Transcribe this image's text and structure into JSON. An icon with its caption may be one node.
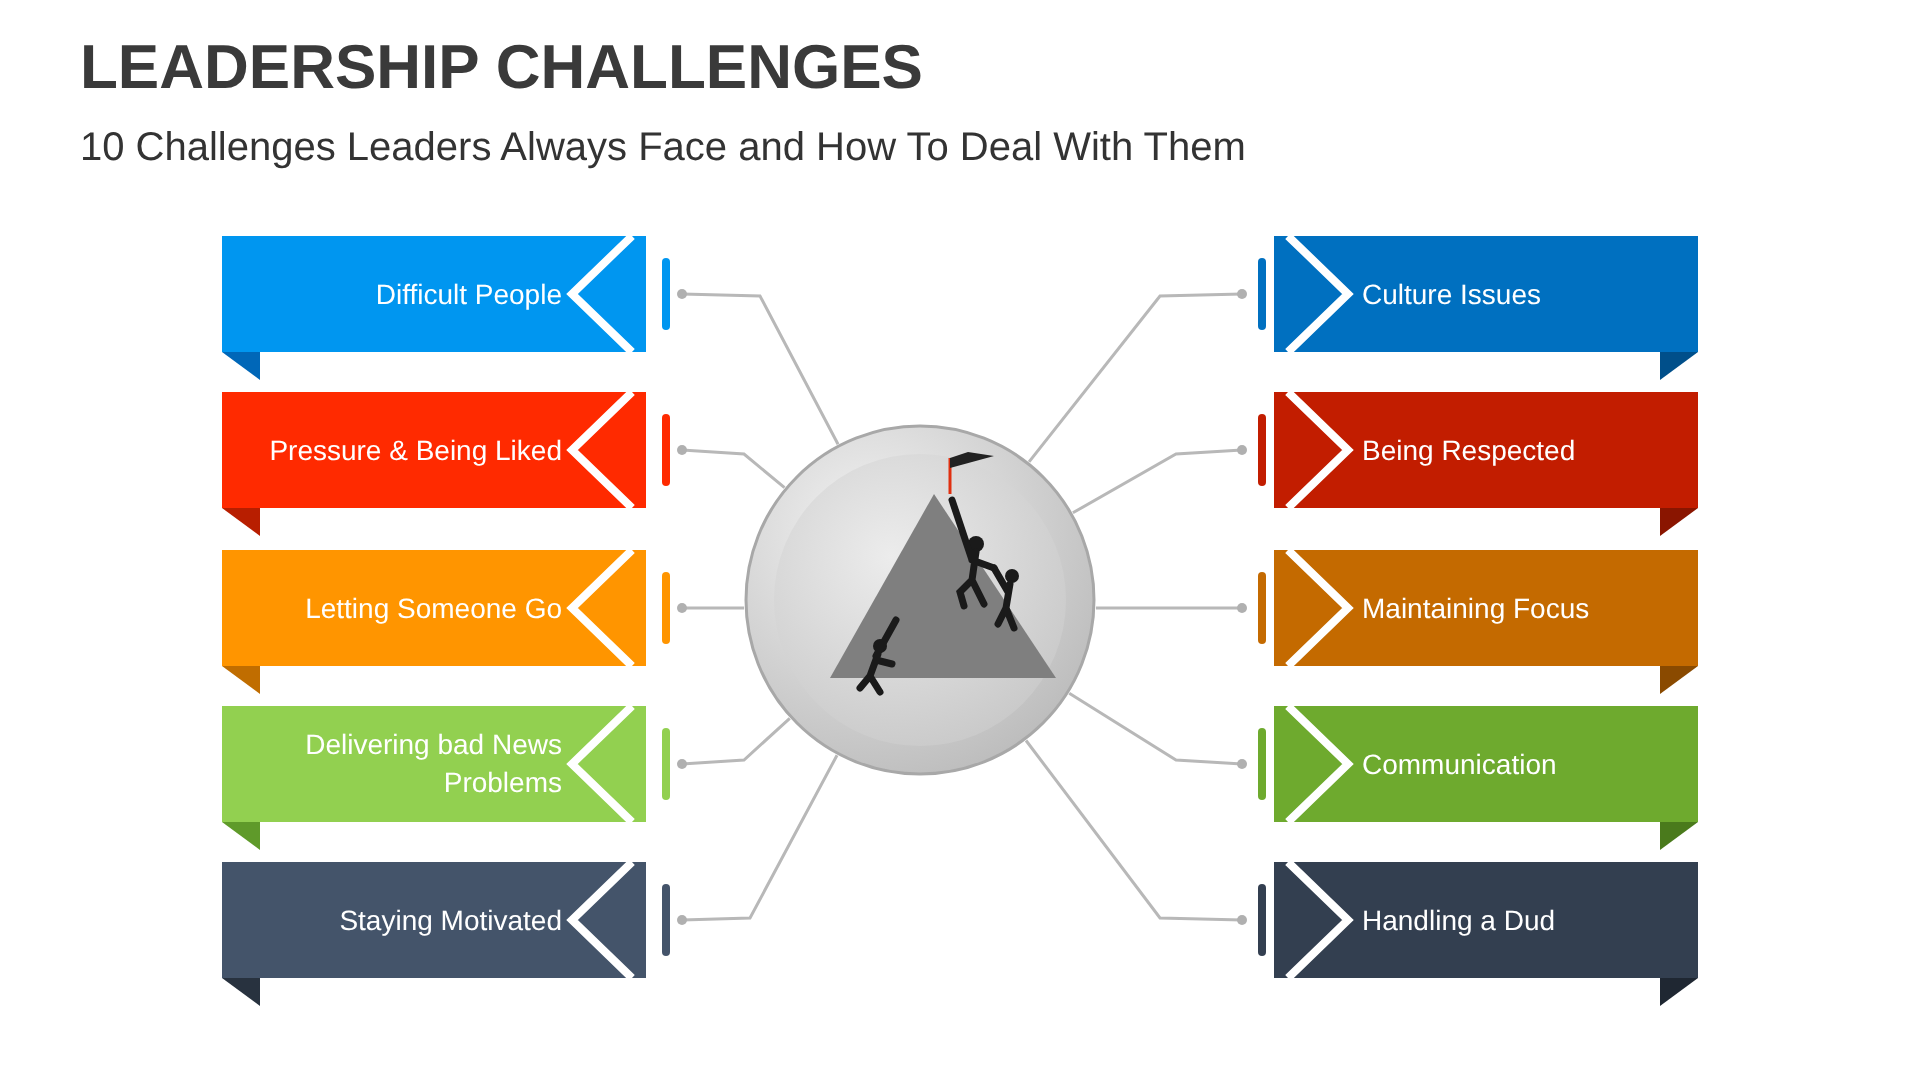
{
  "diagram": {
    "title": "LEADERSHIP CHALLENGES",
    "nodes": [
      {
        "text": [],
        "shape": "picture"
      },
      {
        "text": [
          "Difficult People"
        ]
      },
      {
        "text": [
          "Pressure & Being Liked"
        ]
      },
      {
        "text": [
          "Letting Someone Go"
        ]
      },
      {
        "text": [
          "Delivering bad News Problems"
        ]
      },
      {
        "text": [
          "Staying Motivated"
        ]
      },
      {
        "text": [
          "Culture Issues"
        ]
      },
      {
        "text": [
          "Being Respected"
        ]
      },
      {
        "text": [
          "Maintaining Focus"
        ]
      },
      {
        "text": [
          "Communication"
        ]
      },
      {
        "text": [
          "Handling a Dud"
        ]
      }
    ],
    "edges": [
      {
        "from": 0,
        "to": 1,
        "arrow": "other"
      },
      {
        "from": 0,
        "to": 2,
        "arrow": "other"
      },
      {
        "from": 0,
        "to": 3,
        "arrow": "other"
      },
      {
        "from": 0,
        "to": 4,
        "arrow": "other"
      },
      {
        "from": 0,
        "to": 5,
        "arrow": "other"
      },
      {
        "from": 0,
        "to": 6,
        "arrow": "other"
      },
      {
        "from": 0,
        "to": 7,
        "arrow": "other"
      },
      {
        "from": 0,
        "to": 8,
        "arrow": "other"
      },
      {
        "from": 0,
        "to": 9,
        "arrow": "other"
      },
      {
        "from": 0,
        "to": 10,
        "arrow": "other"
      }
    ],
    "labels": [
      "10 Challenges Leaders Always Face and How To Deal With Them"
    ]
  }
}
